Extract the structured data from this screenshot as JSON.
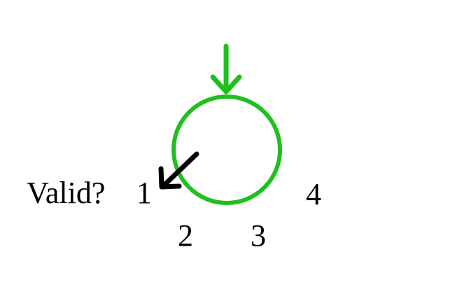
{
  "question": "Valid?",
  "options": [
    "1",
    "2",
    "3",
    "4"
  ],
  "colors": {
    "circle": "#1fbf1f",
    "incoming_arrow": "#1fbf1f",
    "outgoing_arrow": "#000000",
    "text": "#000000",
    "background": "#ffffff"
  }
}
